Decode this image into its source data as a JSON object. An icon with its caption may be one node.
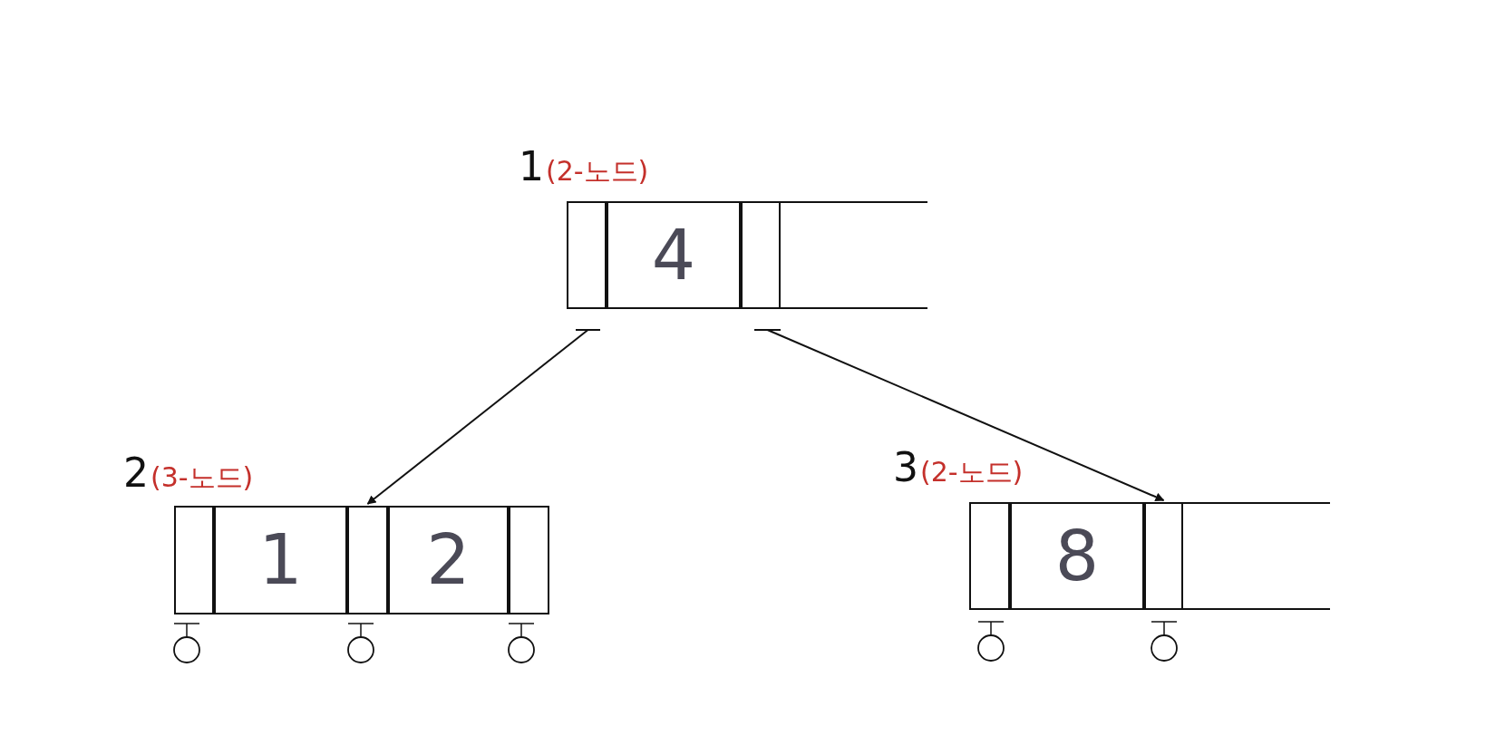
{
  "diagram": {
    "nodes": [
      {
        "text": [
          "1",
          "(2-노드)"
        ]
      },
      {
        "text": [],
        "shape": "box",
        "in": 0
      },
      {
        "text": [
          "4"
        ],
        "in": 0
      },
      {
        "text": [],
        "shape": "box",
        "in": 0
      },
      {
        "text": [],
        "shape": "bar"
      },
      {
        "text": [],
        "shape": "bar"
      },
      {
        "text": [
          "2",
          "(3-노드)"
        ]
      },
      {
        "text": [],
        "shape": "box",
        "in": 6
      },
      {
        "text": [
          "1"
        ],
        "in": 6
      },
      {
        "text": [],
        "shape": "box",
        "in": 6
      },
      {
        "text": [
          "2"
        ],
        "in": 6
      },
      {
        "text": [],
        "shape": "box",
        "in": 6
      },
      {
        "text": [
          "3",
          "(2-노드)"
        ]
      },
      {
        "text": [],
        "shape": "box",
        "in": 12
      },
      {
        "text": [
          "8"
        ],
        "in": 12
      },
      {
        "text": [],
        "shape": "box",
        "in": 12
      }
    ],
    "edges": [
      {
        "from": 4,
        "to": 9,
        "arrow": "to"
      },
      {
        "from": 5,
        "to": 15,
        "arrow": "to"
      }
    ]
  }
}
